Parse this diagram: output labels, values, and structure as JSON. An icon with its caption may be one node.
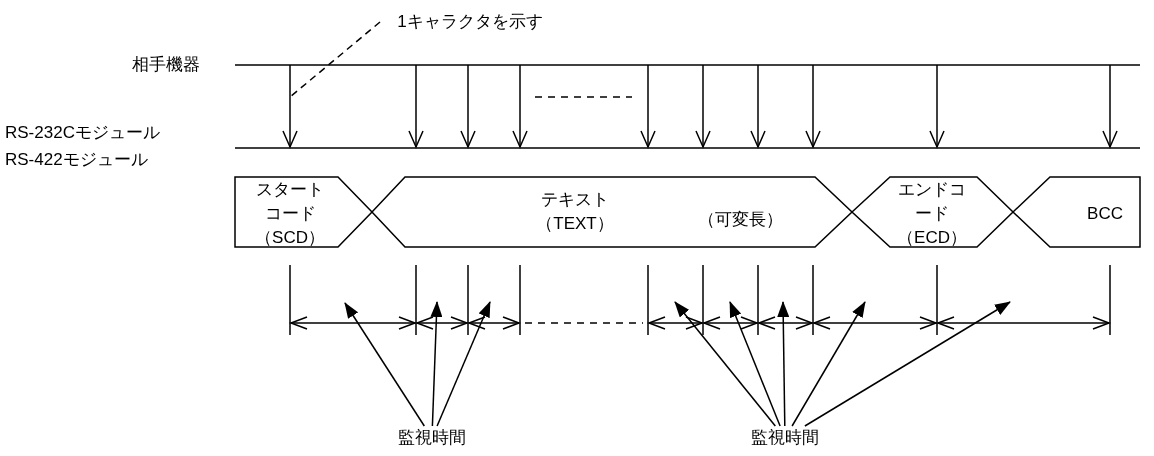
{
  "diagram": {
    "nodes": [
      {
        "text": [
          "1キャラクタを示す"
        ]
      },
      {
        "text": [
          "スタートコード（SCD）"
        ]
      },
      {
        "text": [
          "テキスト（TEXT）",
          "（可変長）"
        ]
      },
      {
        "text": [
          "エンドコード（ECD）"
        ]
      },
      {
        "text": [
          "BCC"
        ]
      },
      {
        "text": [
          "監視時間"
        ]
      },
      {
        "text": [
          "監視時間"
        ]
      }
    ],
    "edges": [
      {
        "from": 0,
        "to": null,
        "arrow": "none",
        "style": "dashed"
      },
      {
        "from": 5,
        "to": null,
        "arrow": "to"
      },
      {
        "from": 5,
        "to": null,
        "arrow": "to"
      },
      {
        "from": 5,
        "to": null,
        "arrow": "to"
      },
      {
        "from": 6,
        "to": null,
        "arrow": "to"
      },
      {
        "from": 6,
        "to": null,
        "arrow": "to"
      },
      {
        "from": 6,
        "to": null,
        "arrow": "to"
      },
      {
        "from": 6,
        "to": null,
        "arrow": "to"
      },
      {
        "from": 6,
        "to": null,
        "arrow": "to"
      }
    ],
    "labels": [
      "相手機器",
      "RS-232Cモジュール",
      "RS-422モジュール"
    ]
  }
}
